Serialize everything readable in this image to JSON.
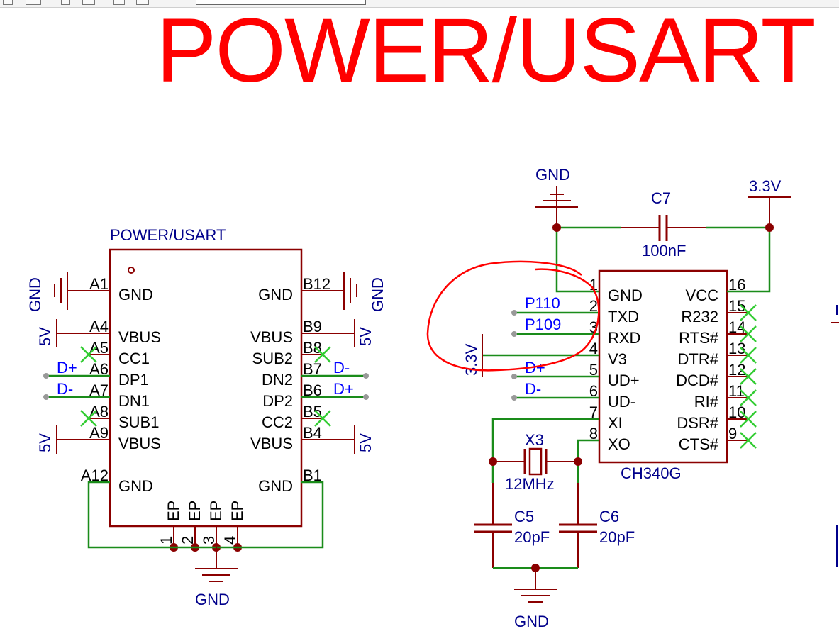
{
  "sheet": {
    "title": "POWER/USART"
  },
  "colors": {
    "part": "#8b0000",
    "wire": "#1a8c1a",
    "label": "#00008b",
    "net": "#0000ff",
    "noconnect": "#33cc33",
    "annotation": "#ff0000"
  },
  "usb_connector": {
    "name": "POWER/USART",
    "left_pins": [
      {
        "num": "A1",
        "name": "GND"
      },
      {
        "num": "A4",
        "name": "VBUS"
      },
      {
        "num": "A5",
        "name": "CC1"
      },
      {
        "num": "A6",
        "name": "DP1"
      },
      {
        "num": "A7",
        "name": "DN1"
      },
      {
        "num": "A8",
        "name": "SUB1"
      },
      {
        "num": "A9",
        "name": "VBUS"
      },
      {
        "num": "A12",
        "name": "GND"
      }
    ],
    "right_pins": [
      {
        "num": "B12",
        "name": "GND"
      },
      {
        "num": "B9",
        "name": "VBUS"
      },
      {
        "num": "B8",
        "name": "SUB2"
      },
      {
        "num": "B7",
        "name": "DN2"
      },
      {
        "num": "B6",
        "name": "DP2"
      },
      {
        "num": "B5",
        "name": "CC2"
      },
      {
        "num": "B4",
        "name": "VBUS"
      },
      {
        "num": "B1",
        "name": "GND"
      }
    ],
    "bottom_pins": [
      {
        "num": "1",
        "name": "EP"
      },
      {
        "num": "2",
        "name": "EP"
      },
      {
        "num": "3",
        "name": "EP"
      },
      {
        "num": "4",
        "name": "EP"
      }
    ],
    "power_labels": {
      "gnd_left": "GND",
      "gnd_right": "GND",
      "v5_a4": "5V",
      "v5_a9": "5V",
      "v5_b9": "5V",
      "v5_b4": "5V",
      "gnd_bottom": "GND"
    },
    "net_labels": {
      "a6": "D+",
      "a7": "D-",
      "b7": "D-",
      "b6": "D+"
    }
  },
  "ch340": {
    "name": "CH340G",
    "left_pins": [
      {
        "num": "1",
        "name": "GND"
      },
      {
        "num": "2",
        "name": "TXD"
      },
      {
        "num": "3",
        "name": "RXD"
      },
      {
        "num": "4",
        "name": "V3"
      },
      {
        "num": "5",
        "name": "UD+"
      },
      {
        "num": "6",
        "name": "UD-"
      },
      {
        "num": "7",
        "name": "XI"
      },
      {
        "num": "8",
        "name": "XO"
      }
    ],
    "right_pins": [
      {
        "num": "16",
        "name": "VCC"
      },
      {
        "num": "15",
        "name": "R232"
      },
      {
        "num": "14",
        "name": "RTS#"
      },
      {
        "num": "13",
        "name": "DTR#"
      },
      {
        "num": "12",
        "name": "DCD#"
      },
      {
        "num": "11",
        "name": "RI#"
      },
      {
        "num": "10",
        "name": "DSR#"
      },
      {
        "num": "9",
        "name": "CTS#"
      }
    ],
    "net_labels": {
      "p110": "P110",
      "p109": "P109",
      "dplus": "D+",
      "dminus": "D-"
    },
    "power_labels": {
      "gnd_top": "GND",
      "v33_top": "3.3V",
      "v33_left": "3.3V",
      "gnd_bottom": "GND"
    }
  },
  "passives": {
    "c7": {
      "ref": "C7",
      "value": "100nF"
    },
    "x3": {
      "ref": "X3",
      "value": "12MHz"
    },
    "c5": {
      "ref": "C5",
      "value": "20pF"
    },
    "c6": {
      "ref": "C6",
      "value": "20pF"
    }
  }
}
